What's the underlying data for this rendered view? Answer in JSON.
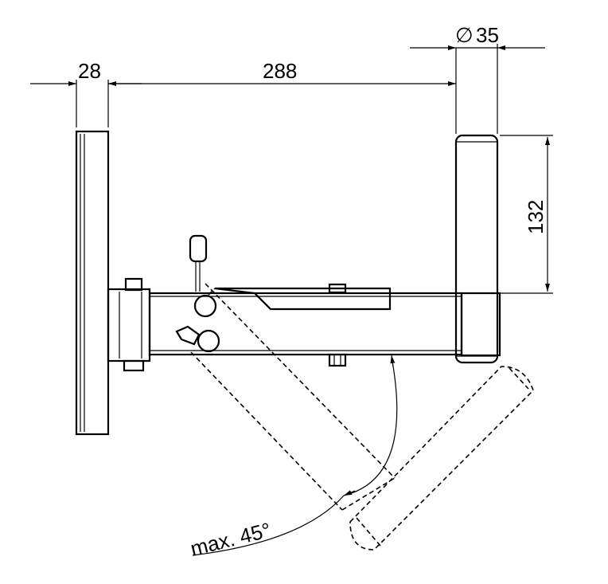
{
  "dimensions": {
    "wall_plate_thickness": "28",
    "arm_length": "288",
    "tube_diameter": "35",
    "diameter_symbol": "∅",
    "tube_height": "132"
  },
  "annotations": {
    "swivel_angle": "max. 45°"
  }
}
